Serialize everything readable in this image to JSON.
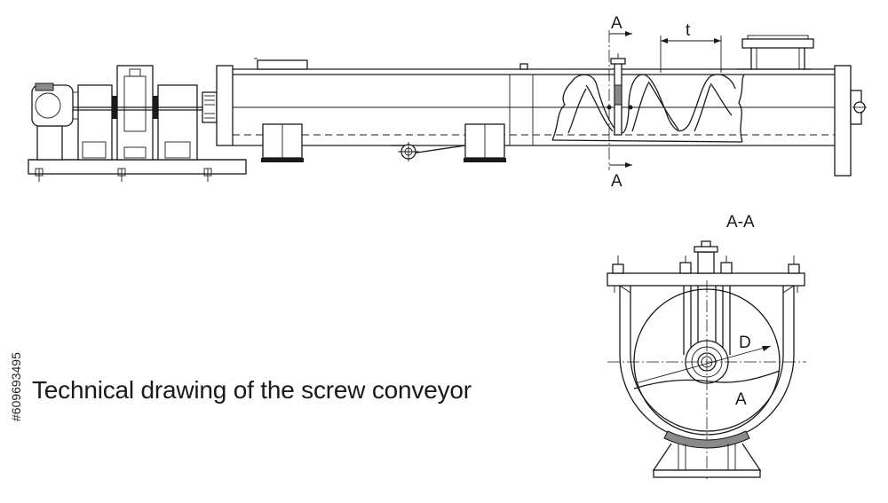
{
  "caption": "Technical drawing of the screw conveyor",
  "stock_id": "#609693495",
  "labels": {
    "section_top": "A",
    "section_bottom": "A",
    "pitch": "t",
    "section_view": "A-A",
    "diameter": "D",
    "fill_area": "A"
  },
  "colors": {
    "line": "#1a1a1a",
    "background": "#ffffff"
  }
}
